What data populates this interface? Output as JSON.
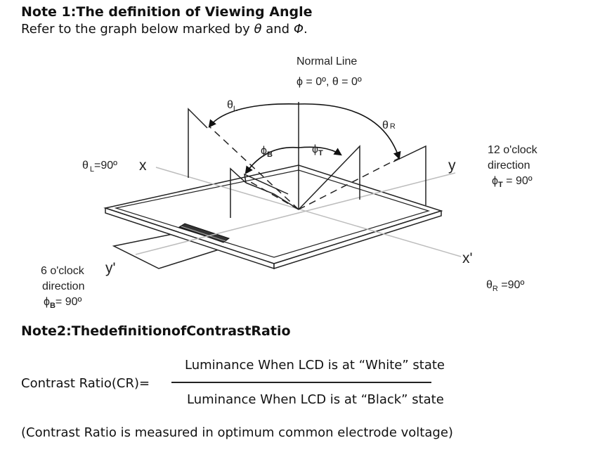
{
  "note1": {
    "title": "Note 1:The definition of Viewing Angle",
    "subtitle_pre": "Refer to the graph below marked by ",
    "theta_symbol": "θ",
    "subtitle_mid": " and ",
    "phi_symbol": "Φ",
    "subtitle_post": "."
  },
  "diagram": {
    "normal_line": "Normal Line",
    "normal_values": "ϕ = 0º, θ = 0º",
    "theta_L_top": "θ",
    "theta_L_top_sub": "L",
    "theta_R_top": "θ",
    "theta_R_top_sub": "R",
    "phi_B": "ϕ",
    "phi_B_sub": "B",
    "phi_T": "ϕ",
    "phi_T_sub": "T",
    "theta_L_left": "θ",
    "theta_L_left_sub": "L",
    "theta_L_left_value": "=90º",
    "x_label": "x",
    "y_label": "y",
    "x_prime_label": "x'",
    "y_prime_label": "y'",
    "twelve_oclock_1": "12  o'clock",
    "twelve_oclock_2": "direction",
    "phi_T_right": "ϕ",
    "phi_T_right_sub": "T",
    "phi_T_right_value": " = 90º",
    "six_oclock_1": "6 o'clock",
    "six_oclock_2": "direction",
    "phi_B_left": "ϕ",
    "phi_B_left_sub": "B",
    "phi_B_left_value": "= 90º",
    "theta_R_right": "θ",
    "theta_R_right_sub": "R",
    "theta_R_right_value": " =90º"
  },
  "note2": {
    "title": "Note2:ThedefinitionofContrastRatio",
    "cr_label": "Contrast Ratio(CR)=",
    "numerator": "Luminance When LCD is at   “White”   state",
    "denominator": "Luminance When LCD is at   “Black”   state",
    "measure_note": "(Contrast Ratio is measured in optimum common electrode voltage)"
  }
}
